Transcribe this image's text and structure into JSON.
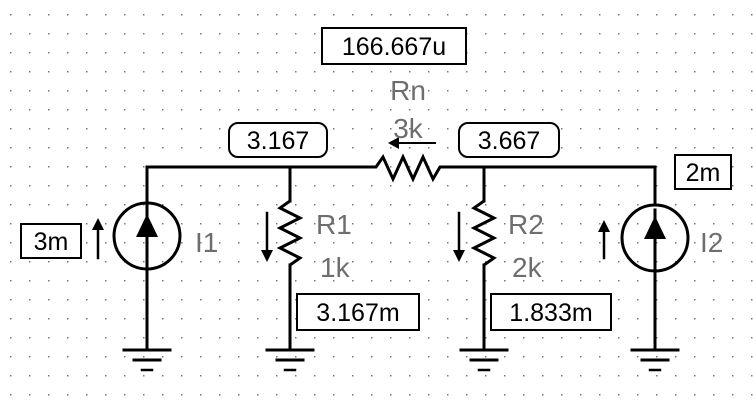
{
  "current_probe_rn": "166.667u",
  "nodes": {
    "left_voltage": "3.167",
    "right_voltage": "3.667"
  },
  "rn": {
    "name": "Rn",
    "value": "3k"
  },
  "r1": {
    "name": "R1",
    "value": "1k",
    "current": "3.167m"
  },
  "r2": {
    "name": "R2",
    "value": "2k",
    "current": "1.833m"
  },
  "i1": {
    "name": "I1",
    "value": "3m"
  },
  "i2": {
    "name": "I2",
    "value": "2m"
  },
  "colors": {
    "wire": "#000000",
    "label": "#6e6e6e",
    "grid_dot": "#777777",
    "background": "#ffffff"
  }
}
